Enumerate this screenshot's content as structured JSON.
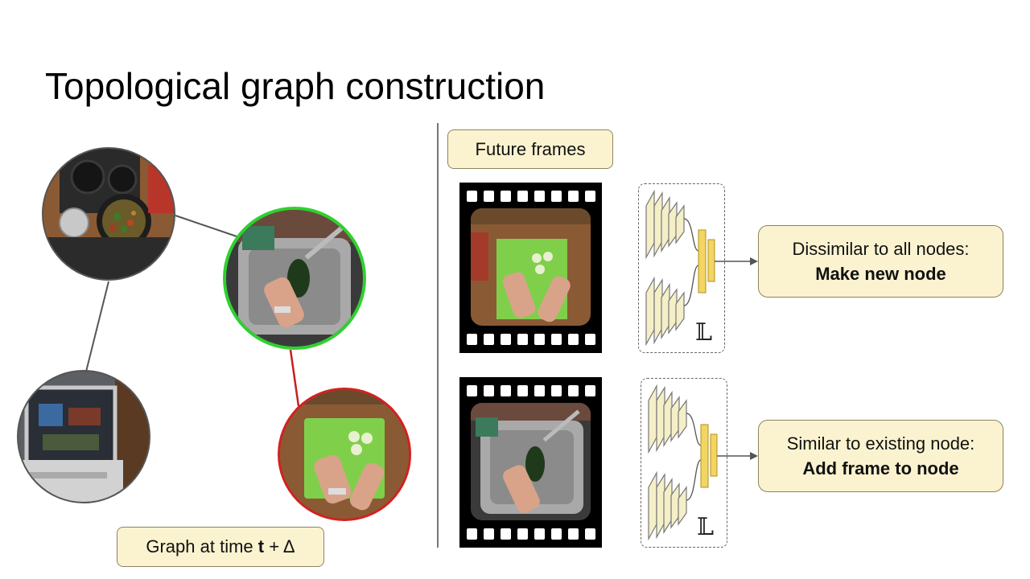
{
  "slide": {
    "title": "Topological graph construction"
  },
  "left": {
    "caption_prefix": "Graph at time ",
    "caption_var": "t",
    "caption_suffix": " + Δ"
  },
  "right": {
    "header": "Future frames",
    "loss_symbol": "𝕃",
    "out_top_line1": "Dissimilar to all nodes:",
    "out_top_line2": "Make new node",
    "out_bottom_line1": "Similar to existing node:",
    "out_bottom_line2": "Add frame to node"
  },
  "colors": {
    "box_fill": "#fbf3d0",
    "box_border": "#8c8360",
    "node_green_border": "#2fd12f",
    "node_red_border": "#d42020",
    "edge_gray": "#555555",
    "edge_red": "#c81e1e",
    "net_cream": "#f5efc8",
    "net_yellow": "#f3d561"
  }
}
